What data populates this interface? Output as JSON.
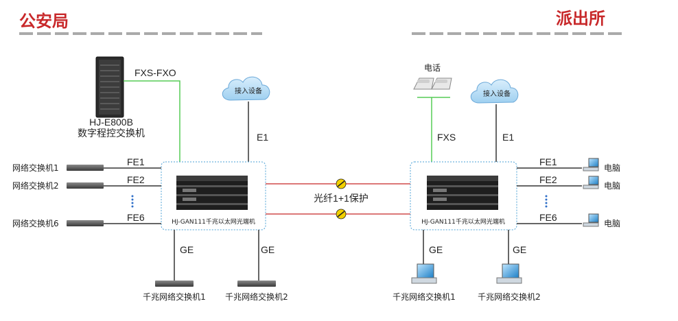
{
  "colors": {
    "accent_red": "#c8282a",
    "dash_gray": "#aaaaaa",
    "green_line": "#55cc55",
    "red_line": "#d04a4a",
    "box_border": "#4aa0d6",
    "line_dark": "#333333"
  },
  "left": {
    "title": "公安局",
    "pbx_model": "HJ-E800B",
    "pbx_desc": "数字程控交换机",
    "pbx_link": "FXS-FXO",
    "cloud": "接入设备",
    "e1": "E1",
    "switches": [
      "网络交换机1",
      "网络交换机2",
      "网络交换机6"
    ],
    "fe": [
      "FE1",
      "FE2",
      "FE6"
    ],
    "device": "HJ-GAN111千兆以太网光端机",
    "ge": [
      "GE",
      "GE"
    ],
    "gige": [
      "千兆网络交换机1",
      "千兆网络交换机2"
    ]
  },
  "middle": {
    "fiber": "光纤1+1保护"
  },
  "right": {
    "title": "派出所",
    "phone": "电话",
    "fxs": "FXS",
    "cloud": "接入设备",
    "e1": "E1",
    "fe": [
      "FE1",
      "FE2",
      "FE6"
    ],
    "pcs": [
      "电脑",
      "电脑",
      "电脑"
    ],
    "device": "HJ-GAN111千兆以太网光端机",
    "ge": [
      "GE",
      "GE"
    ],
    "gige": [
      "千兆网络交换机1",
      "千兆网络交换机2"
    ]
  },
  "icons": [
    "rack-cabinet-icon",
    "cloud-icon",
    "network-switch-icon",
    "phone-icon",
    "computer-icon",
    "optical-terminal-icon",
    "fiber-splice-icon"
  ]
}
